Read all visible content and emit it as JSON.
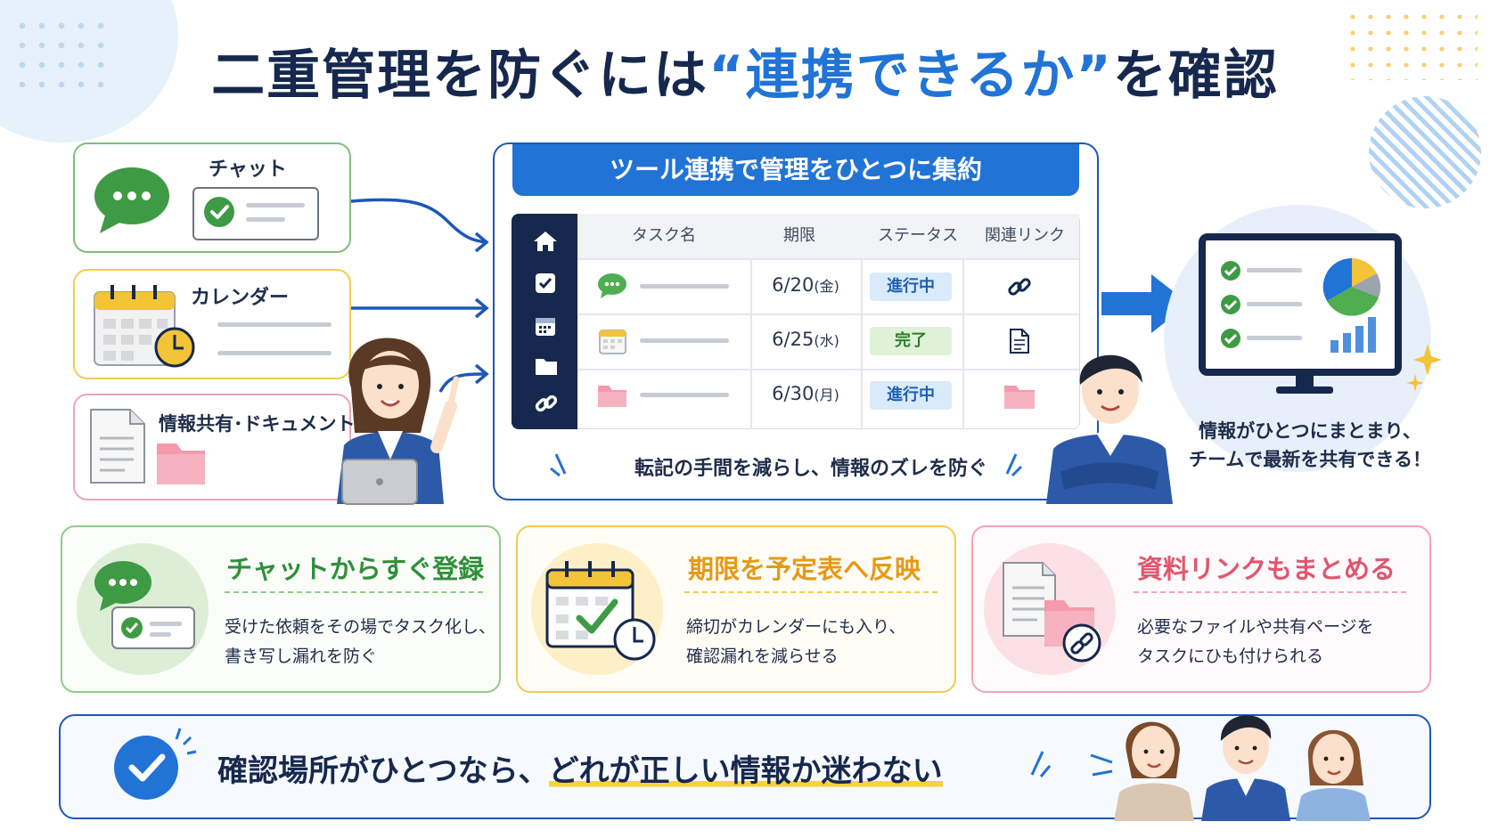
{
  "title": {
    "part1": "二重管理を防ぐには",
    "highlight": "“連携できるか”",
    "part2": "を確認"
  },
  "sources": [
    {
      "label": "チャット",
      "icon": "chat-bubble-icon"
    },
    {
      "label": "カレンダー",
      "icon": "calendar-icon"
    },
    {
      "label": "情報共有･ドキュメント",
      "icon": "document-icon"
    }
  ],
  "panel": {
    "title": "ツール連携で管理をひとつに集約",
    "columns": [
      "タスク名",
      "期限",
      "ステータス",
      "関連リンク"
    ],
    "rows": [
      {
        "icon": "chat-icon",
        "date": "6/20",
        "day": "(金)",
        "status": "進行中",
        "status_type": "prog",
        "link_icon": "link-icon"
      },
      {
        "icon": "calendar-icon",
        "date": "6/25",
        "day": "(水)",
        "status": "完了",
        "status_type": "done",
        "link_icon": "document-icon"
      },
      {
        "icon": "folder-icon",
        "date": "6/30",
        "day": "(月)",
        "status": "進行中",
        "status_type": "prog",
        "link_icon": "folder-icon"
      }
    ],
    "footer": "転記の手間を減らし、情報のズレを防ぐ"
  },
  "result": {
    "line1": "情報がひとつにまとまり、",
    "line2": "チームで最新を共有できる！"
  },
  "features": [
    {
      "title": "チャットからすぐ登録",
      "line1": "受けた依頼をその場でタスク化し、",
      "line2": "書き写し漏れを防ぐ",
      "color": "#2f8f3a"
    },
    {
      "title": "期限を予定表へ反映",
      "line1": "締切がカレンダーにも入り、",
      "line2": "確認漏れを減らせる",
      "color": "#e59a16"
    },
    {
      "title": "資料リンクもまとめる",
      "line1": "必要なファイルや共有ページを",
      "line2": "タスクにひも付けられる",
      "color": "#e0566e"
    }
  ],
  "banner": {
    "text1": "確認場所がひとつなら、",
    "text2": "どれが正しい情報か迷わない"
  },
  "colors": {
    "primary": "#2173d6",
    "navy": "#16284d",
    "green": "#7cc07a",
    "yellow": "#f3cc4f",
    "pink": "#f2a5b4"
  }
}
